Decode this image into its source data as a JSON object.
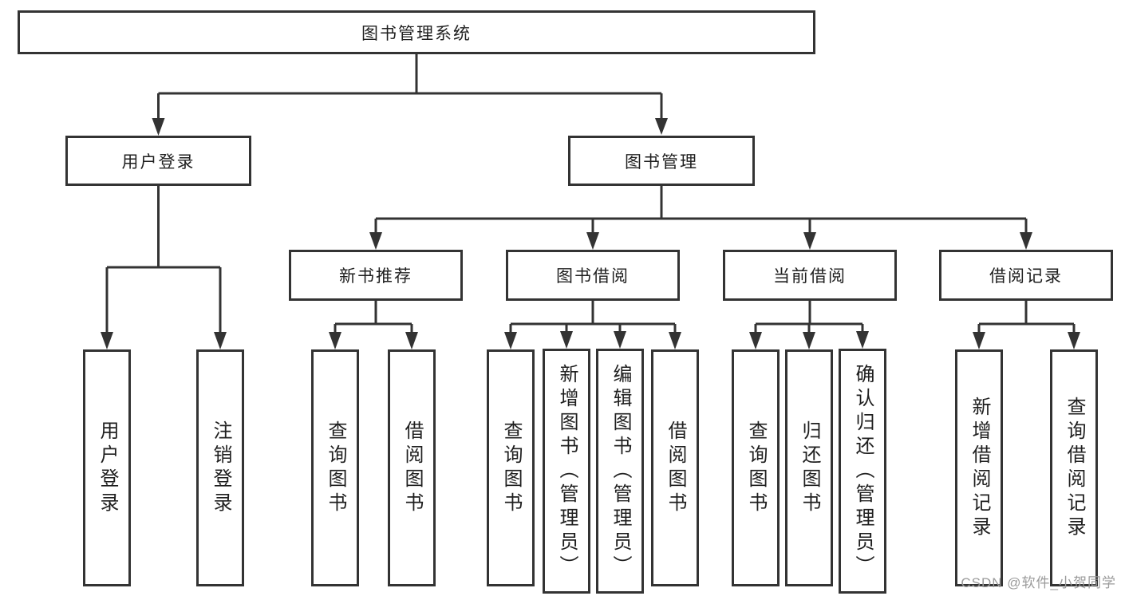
{
  "diagram": {
    "tree": {
      "label": "图书管理系统",
      "children": [
        {
          "label": "用户登录",
          "children": [
            {
              "label": "用户登录"
            },
            {
              "label": "注销登录"
            }
          ]
        },
        {
          "label": "图书管理",
          "children": [
            {
              "label": "新书推荐",
              "children": [
                {
                  "label": "查询图书"
                },
                {
                  "label": "借阅图书"
                }
              ]
            },
            {
              "label": "图书借阅",
              "children": [
                {
                  "label": "查询图书"
                },
                {
                  "label": "新增图书（管理员）"
                },
                {
                  "label": "编辑图书（管理员）"
                },
                {
                  "label": "借阅图书"
                }
              ]
            },
            {
              "label": "当前借阅",
              "children": [
                {
                  "label": "查询图书"
                },
                {
                  "label": "归还图书"
                },
                {
                  "label": "确认归还（管理员）"
                }
              ]
            },
            {
              "label": "借阅记录",
              "children": [
                {
                  "label": "新增借阅记录"
                },
                {
                  "label": "查询借阅记录"
                }
              ]
            }
          ]
        }
      ]
    },
    "colors": {
      "line": "#333333",
      "text": "#1f1f1f",
      "box_background": "#ffffff",
      "watermark": "#9b9b9b"
    }
  },
  "watermark": {
    "text": "CSDN @软件_小贺同学"
  }
}
